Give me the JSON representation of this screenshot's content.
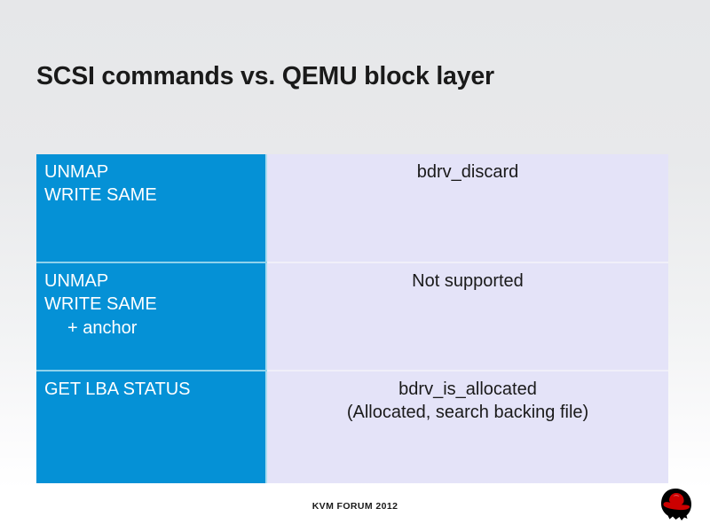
{
  "slide": {
    "title": "SCSI commands vs. QEMU block layer",
    "background_top_color": "#e6e7e9",
    "background_bottom_color": "#ffffff"
  },
  "table": {
    "command_column_color": "#0591d6",
    "block_column_color": "#e4e3f8",
    "rows": [
      {
        "command": "UNMAP\nWRITE SAME",
        "command_line1": "UNMAP",
        "command_line2": "WRITE SAME",
        "command_line3": "",
        "block": "bdrv_discard",
        "block_line1": "bdrv_discard",
        "block_line2": ""
      },
      {
        "command": "UNMAP\nWRITE SAME\n   + anchor",
        "command_line1": "UNMAP",
        "command_line2": "WRITE SAME",
        "command_line3": "+ anchor",
        "block": "Not supported",
        "block_line1": "Not supported",
        "block_line2": ""
      },
      {
        "command": "GET LBA STATUS",
        "command_line1": "GET LBA STATUS",
        "command_line2": "",
        "command_line3": "",
        "block": "bdrv_is_allocated\n(Allocated, search backing file)",
        "block_line1": "bdrv_is_allocated",
        "block_line2": "(Allocated, search backing file)"
      }
    ]
  },
  "footer": {
    "text": "KVM FORUM 2012",
    "logo_name": "red-hat-shadowman-logo",
    "logo_hat_color": "#cc0000",
    "logo_head_color": "#000000"
  }
}
